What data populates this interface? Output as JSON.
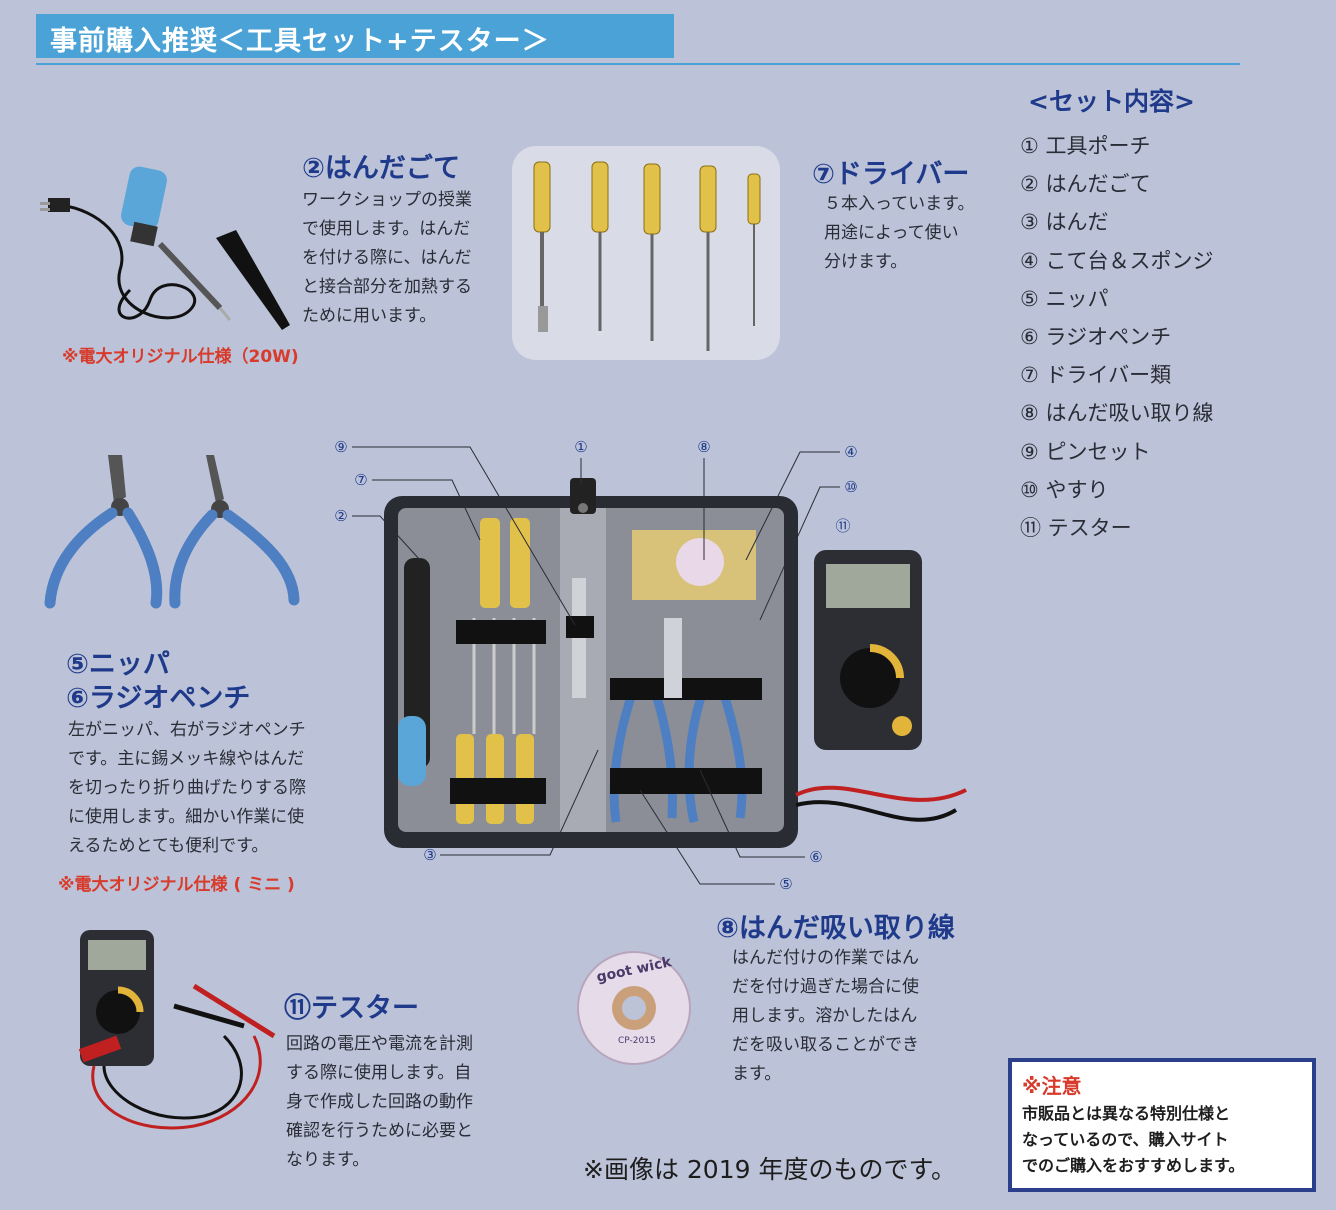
{
  "header": {
    "title": "事前購入推奨＜工具セット+テスター＞"
  },
  "soldering_iron": {
    "heading": "②はんだごて",
    "body": "ワークショップの授業\nで使用します。はんだ\nを付ける際に、はんだ\nと接合部分を加熱する\nために用います。",
    "note": "※電大オリジナル仕様（20W)"
  },
  "screwdriver": {
    "heading": "⑦ドライバー",
    "body": "５本入っています。\n用途によって使い\n分けます。"
  },
  "set_contents": {
    "title": "<セット内容>",
    "items": [
      "① 工具ポーチ",
      "② はんだごて",
      "③ はんだ",
      "④ こて台＆スポンジ",
      "⑤ ニッパ",
      "⑥ ラジオペンチ",
      "⑦ ドライバー類",
      "⑧ はんだ吸い取り線",
      "⑨ ピンセット",
      "⑩ やすり",
      "⑪ テスター"
    ]
  },
  "pliers": {
    "heading1": "⑤ニッパ",
    "heading2": "⑥ラジオペンチ",
    "body": "左がニッパ、右がラジオペンチ\nです。主に錫メッキ線やはんだ\nを切ったり折り曲げたりする際\nに使用します。細かい作業に使\nえるためとても便利です。",
    "note": "※電大オリジナル仕様 ( ミニ )"
  },
  "callouts": {
    "c1": "①",
    "c2": "②",
    "c3": "③",
    "c4": "④",
    "c5": "⑤",
    "c6": "⑥",
    "c7": "⑦",
    "c8": "⑧",
    "c9": "⑨",
    "c10": "⑩",
    "c11": "⑪"
  },
  "tester": {
    "heading": "⑪テスター",
    "body": "回路の電圧や電流を計測\nする際に使用します。自\n身で作成した回路の動作\n確認を行うために必要と\nなります。"
  },
  "wick": {
    "heading": "⑧はんだ吸い取り線",
    "body": "はんだ付けの作業ではん\nだを付け過ぎた場合に使\n用します。溶かしたはん\nだを吸い取ることができ\nます。",
    "label1": "goot wick",
    "label2": "CP-2015"
  },
  "notice": {
    "title": "※注意",
    "body": "市販品とは異なる特別仕様と\nなっているので、購入サイト\nでのご購入をおすすめします。"
  },
  "footer": {
    "note": "※画像は 2019 年度のものです。"
  },
  "colors": {
    "accent": "#4aa2d6",
    "heading": "#1f3a8a",
    "warning": "#d83a2c",
    "background": "#bcc3d8"
  }
}
